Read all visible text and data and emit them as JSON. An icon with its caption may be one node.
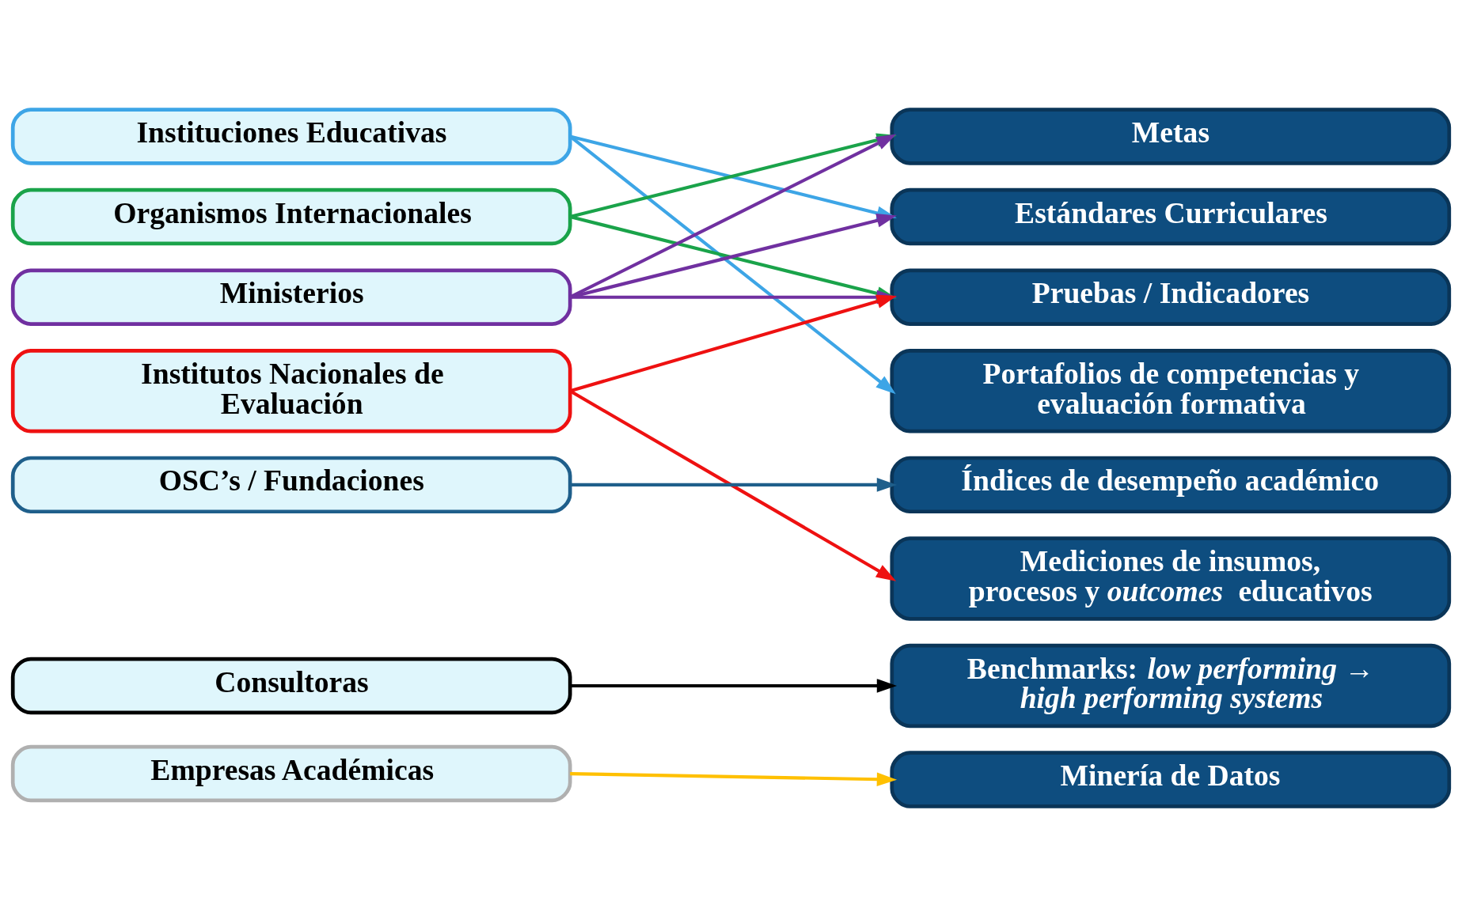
{
  "diagram": {
    "nodes": [
      {
        "text": [
          "Instituciones Educativas"
        ]
      },
      {
        "text": [
          "Organismos Internacionales"
        ]
      },
      {
        "text": [
          "Ministerios"
        ]
      },
      {
        "text": [
          "Institutos Nacionales de Evaluación"
        ]
      },
      {
        "text": [
          "OSC’s / Fundaciones"
        ]
      },
      {
        "text": [
          "Consultoras"
        ]
      },
      {
        "text": [
          "Empresas Académicas"
        ]
      },
      {
        "text": [
          "Metas"
        ]
      },
      {
        "text": [
          "Estándares Curriculares"
        ]
      },
      {
        "text": [
          "Pruebas / Indicadores"
        ]
      },
      {
        "text": [
          "Portafolios de competencias y evaluación formativa"
        ]
      },
      {
        "text": [
          "Índices de desempeño académico"
        ]
      },
      {
        "text": [
          "Mediciones de insumos, procesos y *outcomes* educativos"
        ]
      },
      {
        "text": [
          "Benchmarks: *low performing → high performing systems*"
        ]
      },
      {
        "text": [
          "Minería de Datos"
        ]
      }
    ],
    "edges": [
      {
        "from": 0,
        "to": 8,
        "arrow": "to",
        "color": "#3da5e6"
      },
      {
        "from": 0,
        "to": 10,
        "arrow": "to",
        "color": "#3da5e6"
      },
      {
        "from": 1,
        "to": 7,
        "arrow": "to",
        "color": "#1aa34a"
      },
      {
        "from": 1,
        "to": 9,
        "arrow": "to",
        "color": "#1aa34a"
      },
      {
        "from": 2,
        "to": 7,
        "arrow": "to",
        "color": "#7030a0"
      },
      {
        "from": 2,
        "to": 8,
        "arrow": "to",
        "color": "#7030a0"
      },
      {
        "from": 2,
        "to": 9,
        "arrow": "to",
        "color": "#7030a0"
      },
      {
        "from": 3,
        "to": 9,
        "arrow": "to",
        "color": "#ee1111"
      },
      {
        "from": 3,
        "to": 12,
        "arrow": "to",
        "color": "#ee1111"
      },
      {
        "from": 4,
        "to": 11,
        "arrow": "to",
        "color": "#1f5f8b"
      },
      {
        "from": 5,
        "to": 13,
        "arrow": "to",
        "color": "#000000"
      },
      {
        "from": 6,
        "to": 14,
        "arrow": "to",
        "color": "#ffc000"
      }
    ]
  }
}
